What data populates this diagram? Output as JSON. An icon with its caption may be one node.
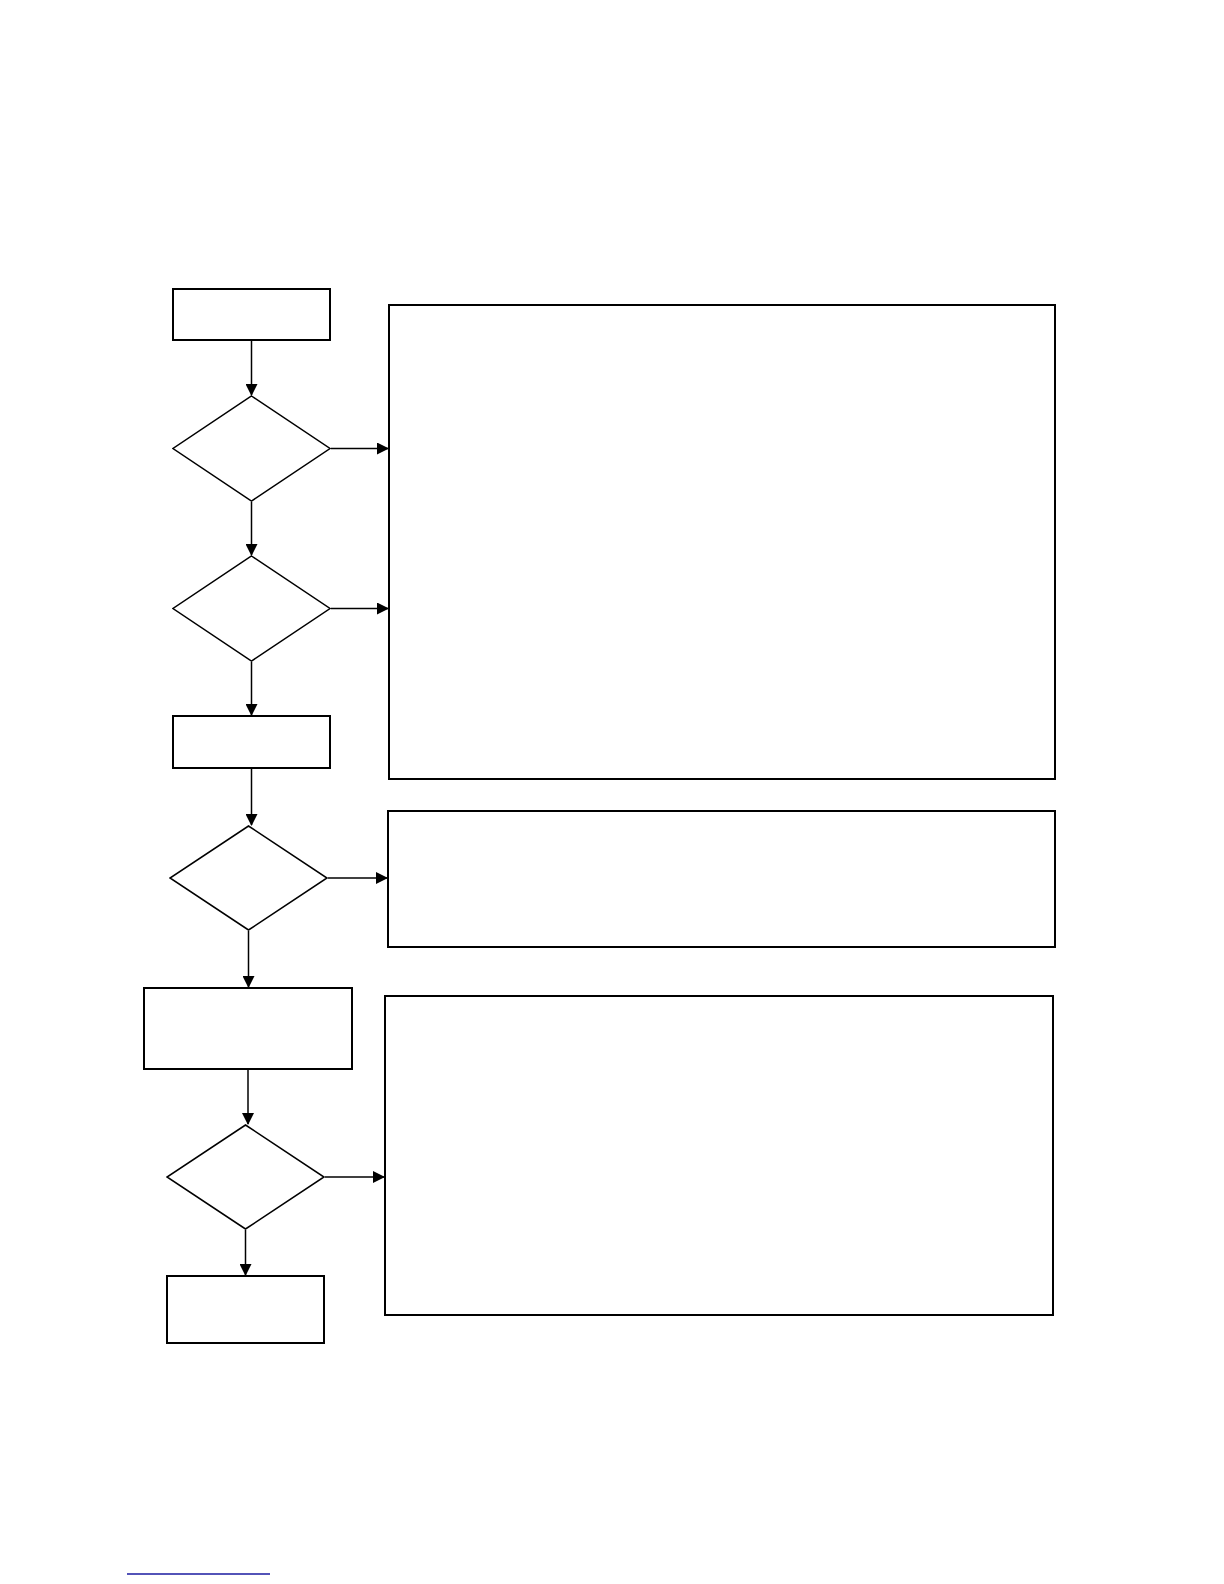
{
  "diagram": {
    "nodes": [
      {
        "text": [],
        "shape": "box"
      },
      {
        "text": [],
        "shape": "box"
      },
      {
        "text": [],
        "shape": "diamond"
      },
      {
        "text": [],
        "shape": "diamond"
      },
      {
        "text": [],
        "shape": "box"
      },
      {
        "text": [],
        "shape": "diamond"
      },
      {
        "text": [],
        "shape": "box"
      },
      {
        "text": [],
        "shape": "box"
      },
      {
        "text": [],
        "shape": "diamond"
      },
      {
        "text": [],
        "shape": "box"
      },
      {
        "text": [],
        "shape": "box"
      }
    ],
    "edges": [
      {
        "from": 0,
        "to": 2,
        "arrow": "to"
      },
      {
        "from": 2,
        "to": 1,
        "arrow": "to"
      },
      {
        "from": 2,
        "to": 3,
        "arrow": "to"
      },
      {
        "from": 3,
        "to": 1,
        "arrow": "to"
      },
      {
        "from": 3,
        "to": 4,
        "arrow": "to"
      },
      {
        "from": 4,
        "to": 5,
        "arrow": "to"
      },
      {
        "from": 5,
        "to": 6,
        "arrow": "to"
      },
      {
        "from": 5,
        "to": 7,
        "arrow": "to"
      },
      {
        "from": 7,
        "to": 8,
        "arrow": "to"
      },
      {
        "from": 8,
        "to": 9,
        "arrow": "to"
      },
      {
        "from": 8,
        "to": 10,
        "arrow": "to"
      }
    ]
  }
}
